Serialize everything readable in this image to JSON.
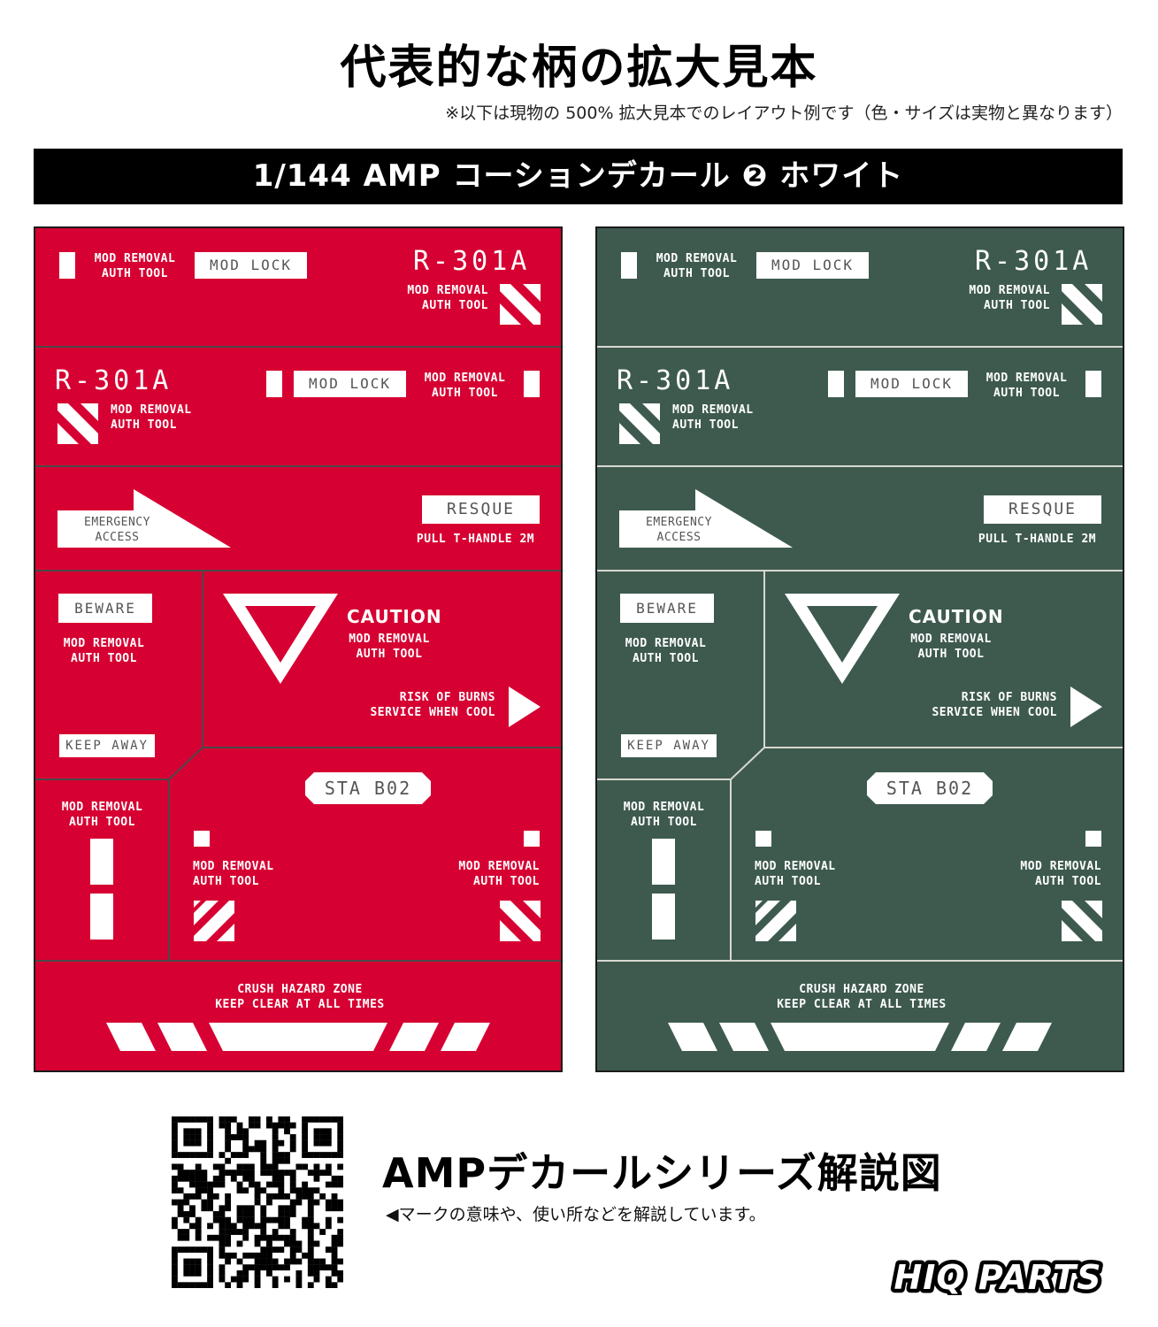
{
  "header": {
    "title": "代表的な柄の拡大見本",
    "note": "※以下は現物の 500% 拡大見本でのレイアウト例です（色・サイズは実物と異なります）",
    "product_name": "1/144 AMP コーションデカール ❷ ホワイト"
  },
  "decal": {
    "mod_removal_1": "MOD REMOVAL",
    "mod_removal_2": "AUTH TOOL",
    "mod_lock": "MOD LOCK",
    "model": "R-301A",
    "emergency_1": "EMERGENCY",
    "emergency_2": "ACCESS",
    "resque": "RESQUE",
    "pull_handle": "PULL T-HANDLE 2M",
    "beware": "BEWARE",
    "keep_away": "KEEP AWAY",
    "caution": "CAUTION",
    "burns_1": "RISK OF BURNS",
    "burns_2": "SERVICE WHEN COOL",
    "sta": "STA B02",
    "crush_1": "CRUSH HAZARD ZONE",
    "crush_2": "KEEP CLEAR AT ALL TIMES"
  },
  "sheets": [
    {
      "color": "#d60032",
      "line_color": "#4a4a4a"
    },
    {
      "color": "#3e5a4f",
      "line_color": "#d8d8d0"
    }
  ],
  "footer": {
    "qr_icon": "qr-code-icon",
    "series_title": "AMPデカールシリーズ解説図",
    "series_subtitle": "◀マークの意味や、使い所などを解説しています。",
    "brand": "HIQ PARTS"
  }
}
